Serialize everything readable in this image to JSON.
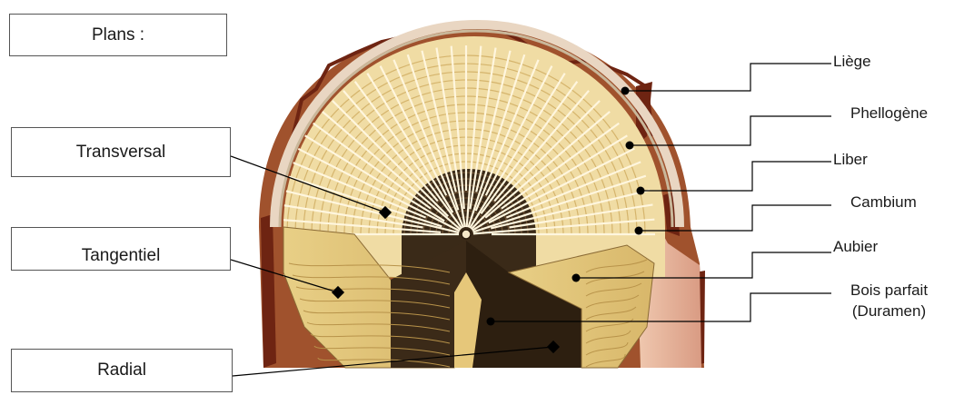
{
  "planes_title": "Plans :",
  "planes": [
    "Transversal",
    "Tangentiel",
    "Radial"
  ],
  "tissues": [
    "Liège",
    "Phellogène",
    "Liber",
    "Cambium",
    "Aubier"
  ],
  "heartwood": [
    "Bois parfait",
    "(Duramen)"
  ],
  "colors": {
    "bark": "#a0522d",
    "bark_dark": "#7a2a1a",
    "sapwood": "#efd9a0",
    "heartwood": "#3a2a18",
    "ray": "#fff6de",
    "line": "#000000"
  }
}
